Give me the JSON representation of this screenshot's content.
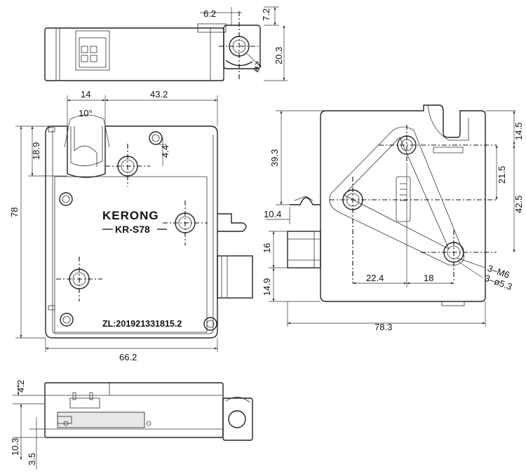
{
  "brand": {
    "logo_text": "KERONG",
    "model": "KR-S78"
  },
  "patent": "ZL:201921331815.2",
  "top_view": {
    "dims": {
      "d1": "6.2",
      "d2": "7.2",
      "d3": "20.3",
      "dia": "ø7"
    }
  },
  "front_view": {
    "dims": {
      "width_top_a": "14",
      "width_top_b": "43.2",
      "angle": "10°",
      "height": "78",
      "slot_depth": "18.9",
      "hole_offset": "4.4",
      "width_bottom": "66.2"
    }
  },
  "side_view": {
    "dims": {
      "h1": "39.3",
      "h2": "10.4",
      "h3": "16",
      "h4": "14.9",
      "r1": "14.5",
      "r2": "21.5",
      "r3": "42.5",
      "x1": "22.4",
      "x2": "18",
      "width": "78.3"
    },
    "callouts": {
      "thread": "3–M6",
      "hole": "3–ø5.3"
    }
  },
  "bottom_view": {
    "dims": {
      "b1": "4.2",
      "b2": "10.3",
      "b3": "3.5"
    }
  }
}
